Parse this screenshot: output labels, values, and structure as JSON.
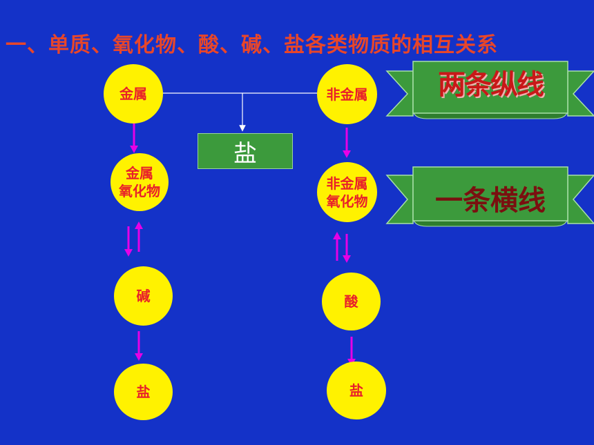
{
  "title": "一、单质、氧化物、酸、碱、盐各类物质的相互关系",
  "metal_chain": {
    "metal": "金属",
    "oxide_line1": "金属",
    "oxide_line2": "氧化物",
    "base": "碱",
    "salt": "盐"
  },
  "nonmetal_chain": {
    "nonmetal": "非金属",
    "oxide_line1": "非金属",
    "oxide_line2": "氧化物",
    "acid": "酸",
    "salt": "盐"
  },
  "center_salt": "盐",
  "banners": {
    "vertical_lines": "两条纵线",
    "horizontal_line": "一条横线"
  },
  "colors": {
    "background": "#1432C8",
    "circle_fill": "#FFF200",
    "circle_text": "#E8202A",
    "arrow": "#E600E6",
    "box_fill": "#3C9A3C",
    "banner_fill": "#3C9A3C",
    "title": "#E8462A"
  }
}
